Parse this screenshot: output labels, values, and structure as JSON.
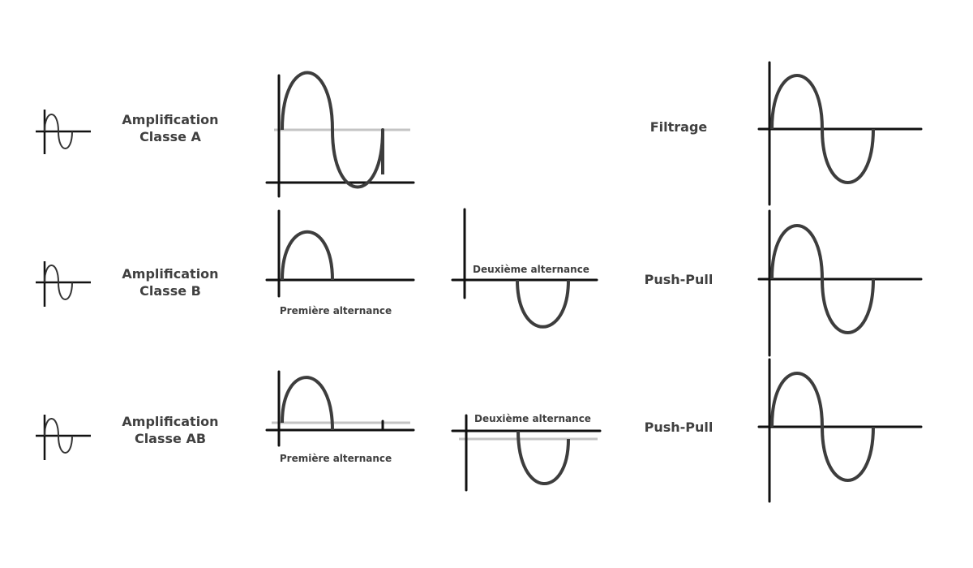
{
  "rows": [
    {
      "input_icon": "sine-wave-icon",
      "label_line1": "Amplification",
      "label_line2": "Classe A",
      "first_caption": "",
      "second_caption": "",
      "output_label": "Filtrage"
    },
    {
      "input_icon": "sine-wave-icon",
      "label_line1": "Amplification",
      "label_line2": "Classe B",
      "first_caption": "Première alternance",
      "second_caption": "Deuxième alternance",
      "output_label": "Push-Pull"
    },
    {
      "input_icon": "sine-wave-icon",
      "label_line1": "Amplification",
      "label_line2": "Classe AB",
      "first_caption": "Première alternance",
      "second_caption": "Deuxième alternance",
      "output_label": "Push-Pull"
    }
  ],
  "colors": {
    "text": "#404040",
    "axis": "#111111",
    "wave": "#3d3d3d",
    "bias_line": "#c4c4c4",
    "background": "#ffffff"
  }
}
